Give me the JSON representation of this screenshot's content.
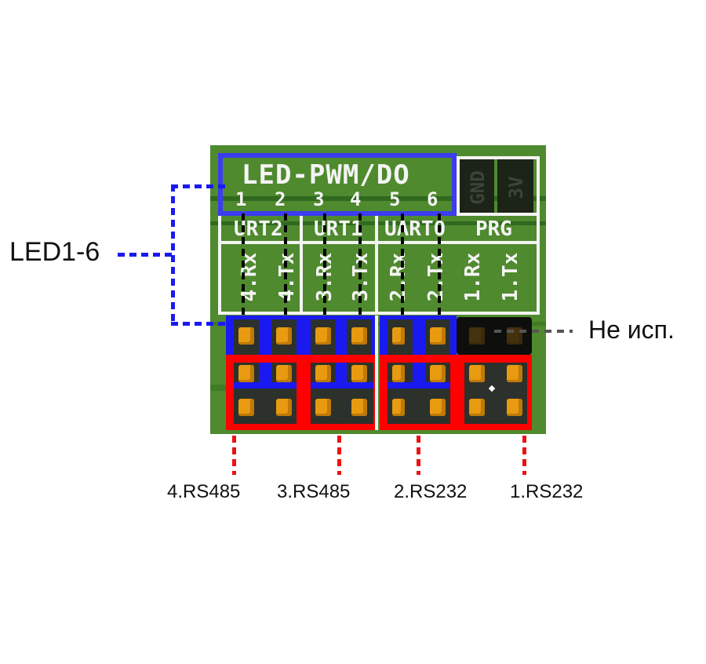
{
  "board": {
    "header_title": "LED-PWM/DO",
    "led_numbers": [
      "1",
      "2",
      "3",
      "4",
      "5",
      "6"
    ],
    "power_labels": [
      "GND",
      "3V"
    ],
    "group_labels": [
      "URT2",
      "URT1",
      "UART0",
      "PRG"
    ],
    "pin_labels": [
      "4.Rx",
      "4.Tx",
      "3.Rx",
      "3.Tx",
      "2.Rx",
      "2.Tx",
      "1.Rx",
      "1.Tx"
    ]
  },
  "callouts": {
    "led": "LED1-6",
    "unused": "Не исп.",
    "ports": [
      "4.RS485",
      "3.RS485",
      "2.RS232",
      "1.RS232"
    ]
  },
  "colors": {
    "pcb": "#4f8a2e",
    "led_highlight": "#3c3cf0",
    "rs_highlight": "#ff0000",
    "pad": "#e89a10",
    "silkscreen": "#f4f4f4"
  }
}
